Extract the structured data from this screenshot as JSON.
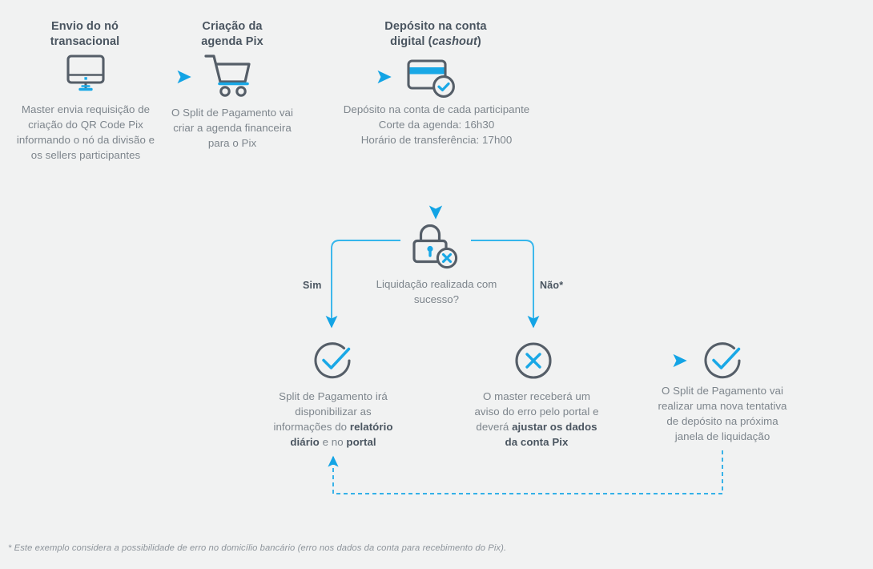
{
  "meta": {
    "background_color": "#f1f2f2",
    "accent_color": "#19a8e6",
    "accent_light": "#6fd0f5",
    "icon_gray": "#555e68",
    "text_gray": "#7d858c",
    "heading_gray": "#4a5560"
  },
  "columns": [
    {
      "id": "envio",
      "title_line1": "Envio do nó",
      "title_line2": "transacional",
      "icon": "monitor-icon",
      "description": "Master envia requisição de criação do QR Code Pix informando o nó da divisão e os sellers participantes"
    },
    {
      "id": "criacao",
      "title_line1": "Criação da",
      "title_line2": "agenda Pix",
      "icon": "shopping-cart-icon",
      "description": "O Split de Pagamento vai criar a agenda financeira para o Pix"
    },
    {
      "id": "deposito",
      "title_line1": "Depósito na conta",
      "title_line2_prefix": "digital (",
      "title_line2_italic": "cashout",
      "title_line2_suffix": ")",
      "icon": "credit-card-check-icon",
      "description_line1": "Depósito na conta de cada participante",
      "description_line2": "Corte da agenda: 16h30",
      "description_line3": "Horário de transferência: 17h00"
    }
  ],
  "decision": {
    "icon": "lock-error-icon",
    "question_line1": "Liquidação realizada com",
    "question_line2": "sucesso?",
    "yes_label": "Sim",
    "no_label": "Não*"
  },
  "outcomes": [
    {
      "id": "sucesso",
      "icon": "check-circle-icon",
      "text_parts": [
        {
          "text": "Split de Pagamento irá disponibilizar as informações do ",
          "bold": false
        },
        {
          "text": "relatório diário",
          "bold": true
        },
        {
          "text": " e no ",
          "bold": false
        },
        {
          "text": "portal",
          "bold": true
        }
      ]
    },
    {
      "id": "erro",
      "icon": "x-circle-icon",
      "text_parts": [
        {
          "text": "O master receberá um aviso do erro pelo portal e deverá ",
          "bold": false
        },
        {
          "text": "ajustar os dados da conta Pix",
          "bold": true
        }
      ]
    },
    {
      "id": "retentativa",
      "icon": "check-circle-icon",
      "text_parts": [
        {
          "text": "O Split de Pagamento vai realizar uma nova tentativa de depósito na próxima janela de liquidação",
          "bold": false
        }
      ]
    }
  ],
  "footnote": "* Este exemplo considera a possibilidade de erro no domicílio bancário (erro nos dados da conta para recebimento do Pix)."
}
